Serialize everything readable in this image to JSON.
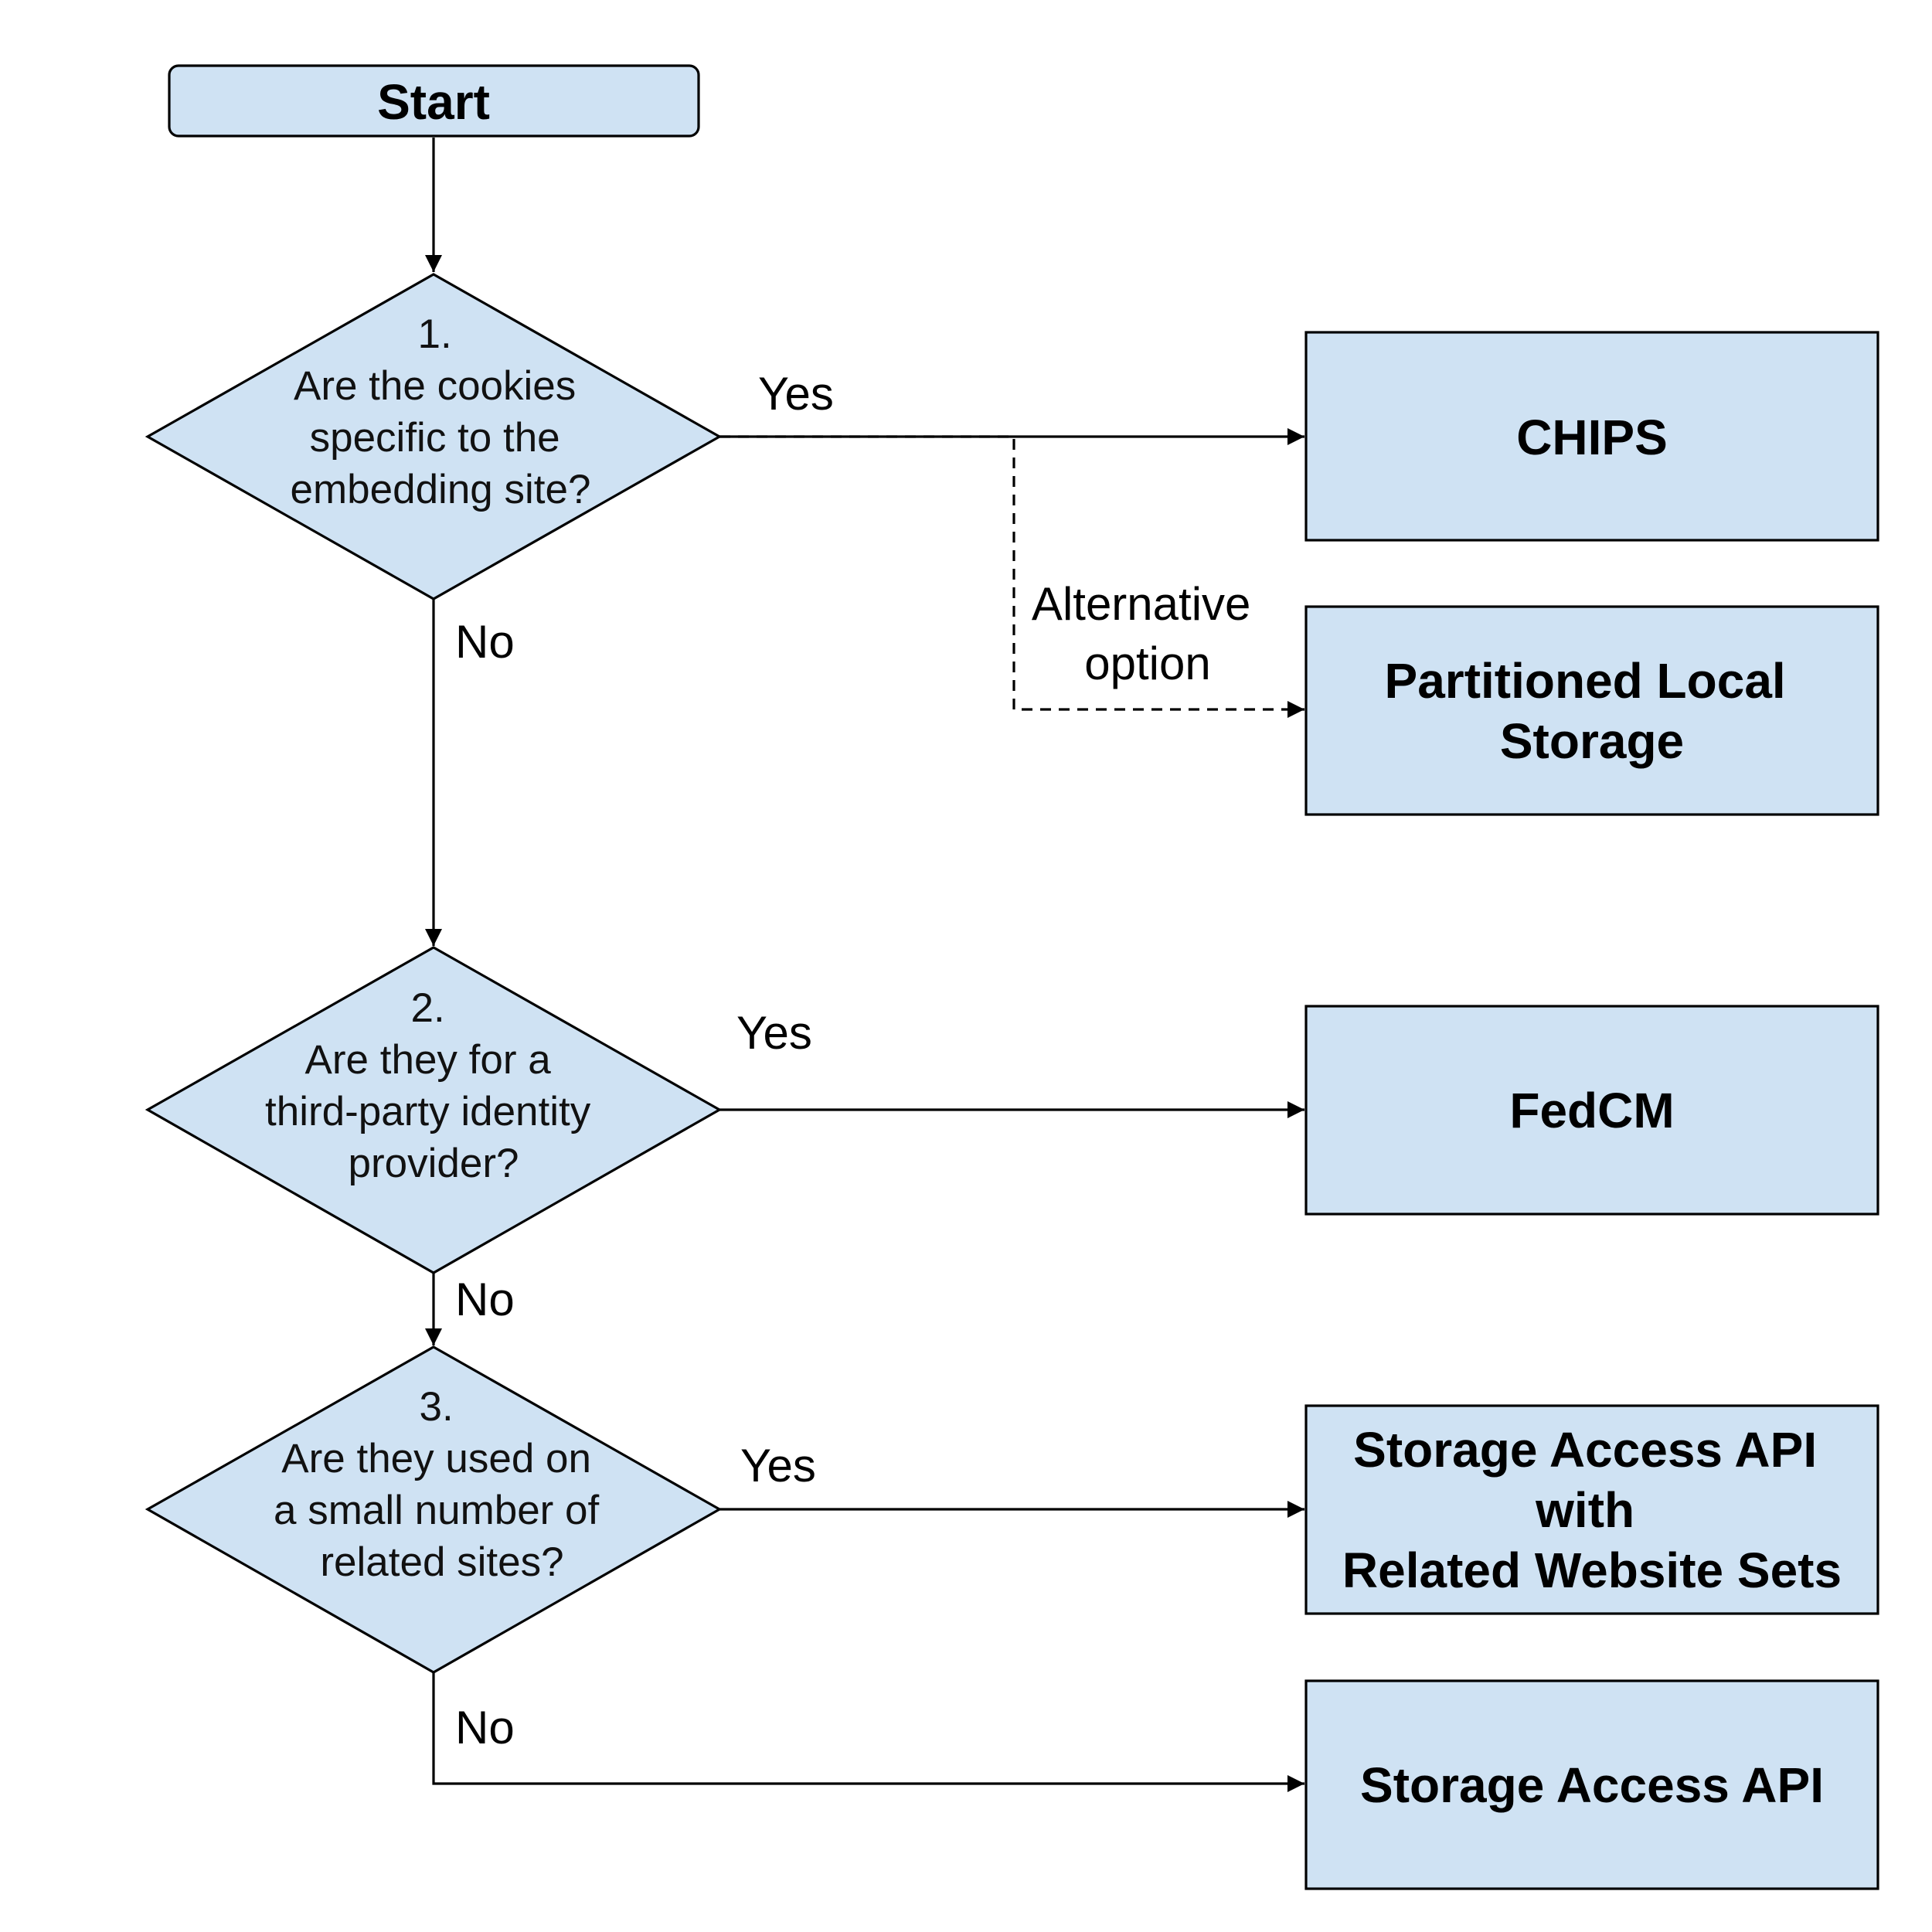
{
  "start": {
    "label": "Start"
  },
  "questions": [
    {
      "number": "1.",
      "lines": [
        "Are the cookies",
        "specific to the",
        "embedding site?"
      ]
    },
    {
      "number": "2.",
      "lines": [
        "Are they for a",
        "third-party identity",
        "provider?"
      ]
    },
    {
      "number": "3.",
      "lines": [
        "Are they used on",
        "a small number of",
        "related sites?"
      ]
    }
  ],
  "outcomes": {
    "chips": {
      "lines": [
        "CHIPS"
      ]
    },
    "partitioned_local_storage": {
      "lines": [
        "Partitioned Local",
        "Storage"
      ]
    },
    "fedcm": {
      "lines": [
        "FedCM"
      ]
    },
    "saa_rws": {
      "lines": [
        "Storage Access API",
        "with",
        "Related Website Sets"
      ]
    },
    "saa": {
      "lines": [
        "Storage Access API"
      ]
    }
  },
  "edge_labels": {
    "q1_yes": "Yes",
    "q1_no": "No",
    "alternative": [
      "Alternative",
      "option"
    ],
    "q2_yes": "Yes",
    "q2_no": "No",
    "q3_yes": "Yes",
    "q3_no": "No"
  },
  "colors": {
    "node_fill": "#cfe2f3",
    "stroke": "#000000"
  }
}
